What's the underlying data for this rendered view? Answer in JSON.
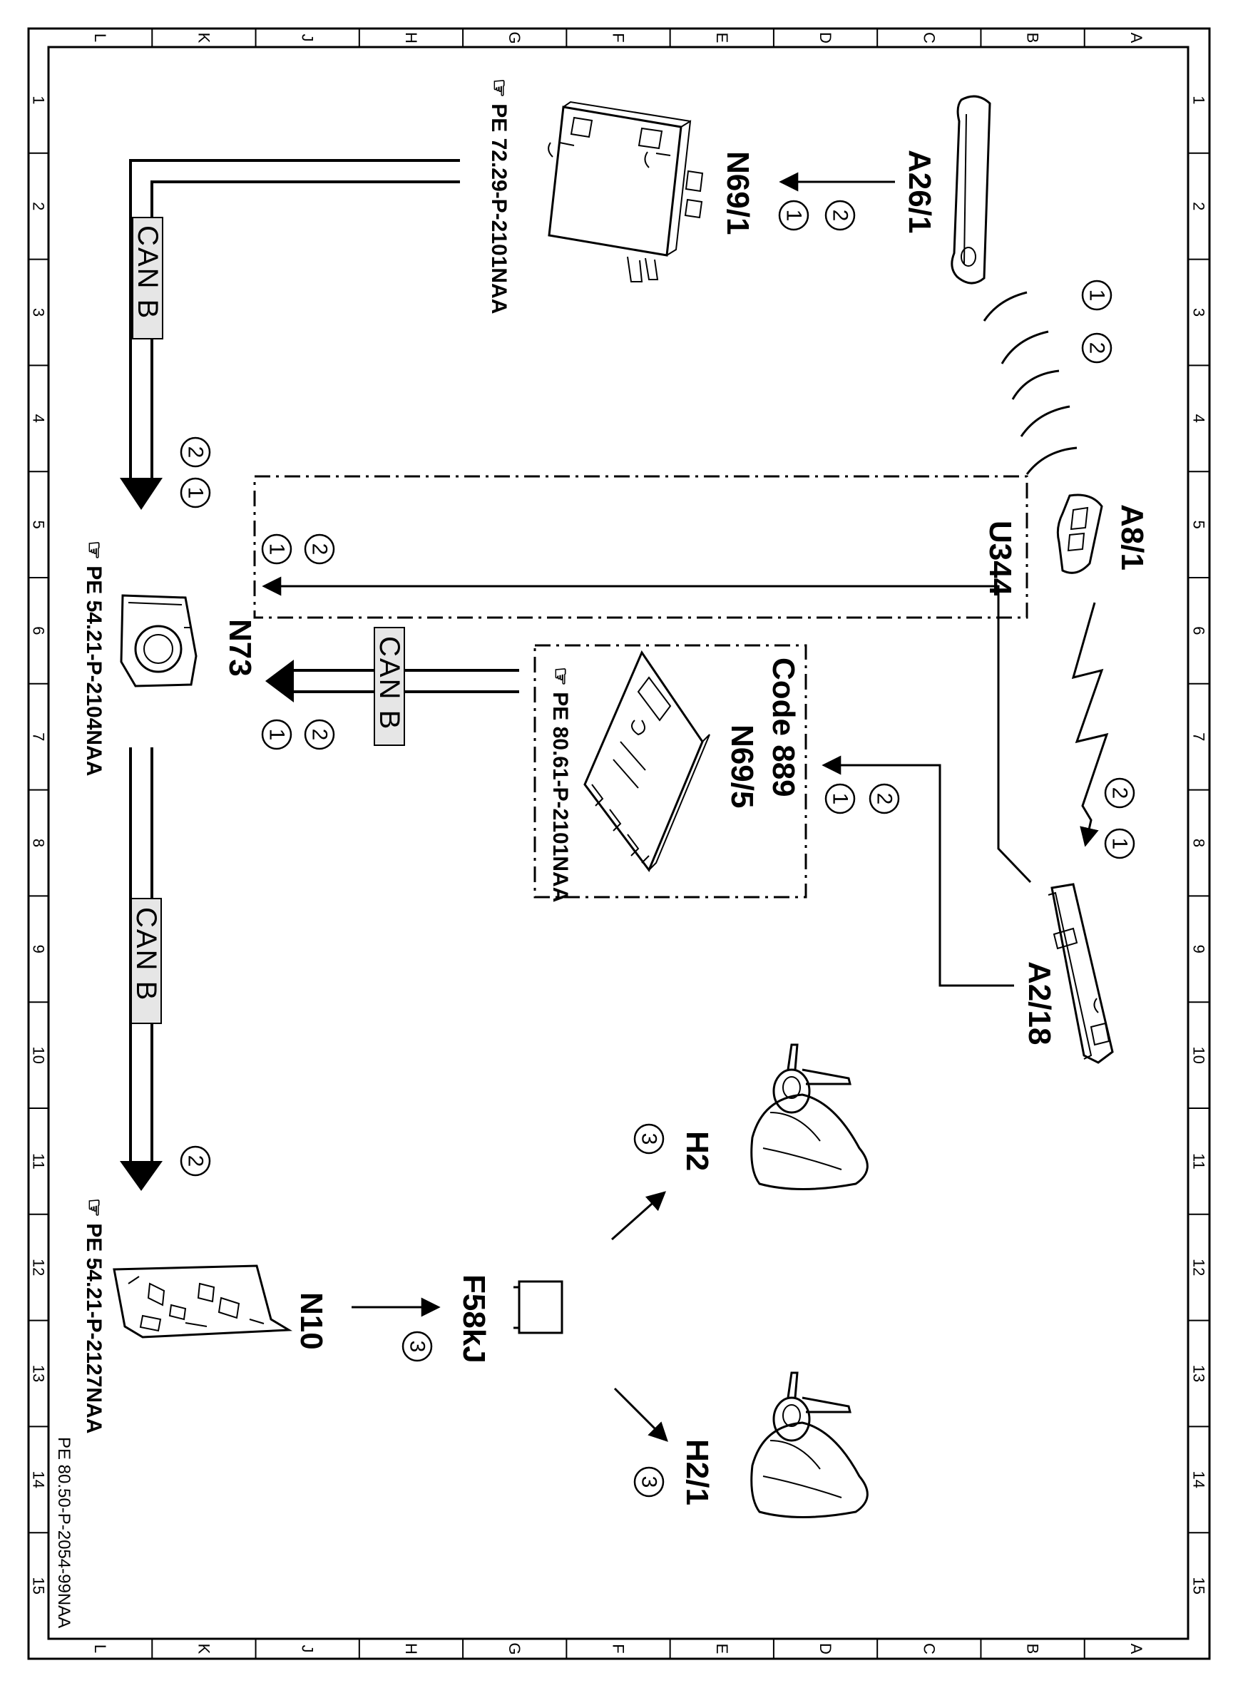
{
  "border": {
    "columns": [
      "L",
      "K",
      "J",
      "H",
      "G",
      "F",
      "E",
      "D",
      "C",
      "B",
      "A"
    ],
    "rows": [
      "1",
      "2",
      "3",
      "4",
      "5",
      "6",
      "7",
      "8",
      "9",
      "10",
      "11",
      "12",
      "13",
      "14",
      "15"
    ]
  },
  "document_id": "PE 80.50-P-2054-99NAA",
  "components": {
    "a26_1": "A26/1",
    "n69_1": "N69/1",
    "a8_1": "A8/1",
    "u344": "U344",
    "n73": "N73",
    "code": "Code  889",
    "n69_5": "N69/5",
    "a2_18": "A2/18",
    "h2": "H2",
    "h2_1": "H2/1",
    "f58kj": "F58kJ",
    "n10": "N10"
  },
  "references": {
    "n69_1": "PE 72.29-P-2101NAA",
    "n73": "PE  54.21-P-2104NAA",
    "n69_5": "PE  80.61-P-2101NAA",
    "n10": "PE  54.21-P-2127NAA"
  },
  "bus_labels": {
    "top": "CAN B",
    "middle": "CAN B",
    "bottom": "CAN B"
  },
  "steps": {
    "one": "1",
    "two": "2",
    "three": "3"
  }
}
